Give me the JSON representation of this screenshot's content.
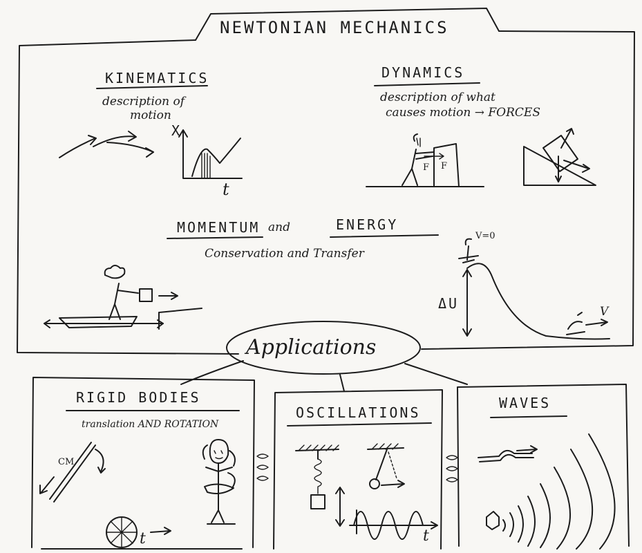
{
  "title": "NEWTONIAN MECHANICS",
  "kinematics": {
    "heading": "KINEMATICS",
    "desc_line1": "description of",
    "desc_line2": "motion",
    "axis_x": "X",
    "axis_t": "t"
  },
  "dynamics": {
    "heading": "DYNAMICS",
    "desc_line1": "description of what",
    "desc_line2": "causes motion → FORCES",
    "force_label_1": "F",
    "force_label_2": "F"
  },
  "momentum_energy": {
    "heading_part1": "MOMENTUM",
    "connector": "and",
    "heading_part2": "ENERGY",
    "desc": "Conservation and Transfer",
    "v_zero_label": "V=0",
    "delta_u_label": "ΔU",
    "v_label": "V"
  },
  "applications": {
    "label": "Applications"
  },
  "rigid_bodies": {
    "heading": "RIGID BODIES",
    "desc": "translation AND ROTATION",
    "cm_label": "CM",
    "t_label": "t"
  },
  "oscillations": {
    "heading": "OSCILLATIONS",
    "t_label": "t"
  },
  "waves": {
    "heading": "WAVES"
  }
}
